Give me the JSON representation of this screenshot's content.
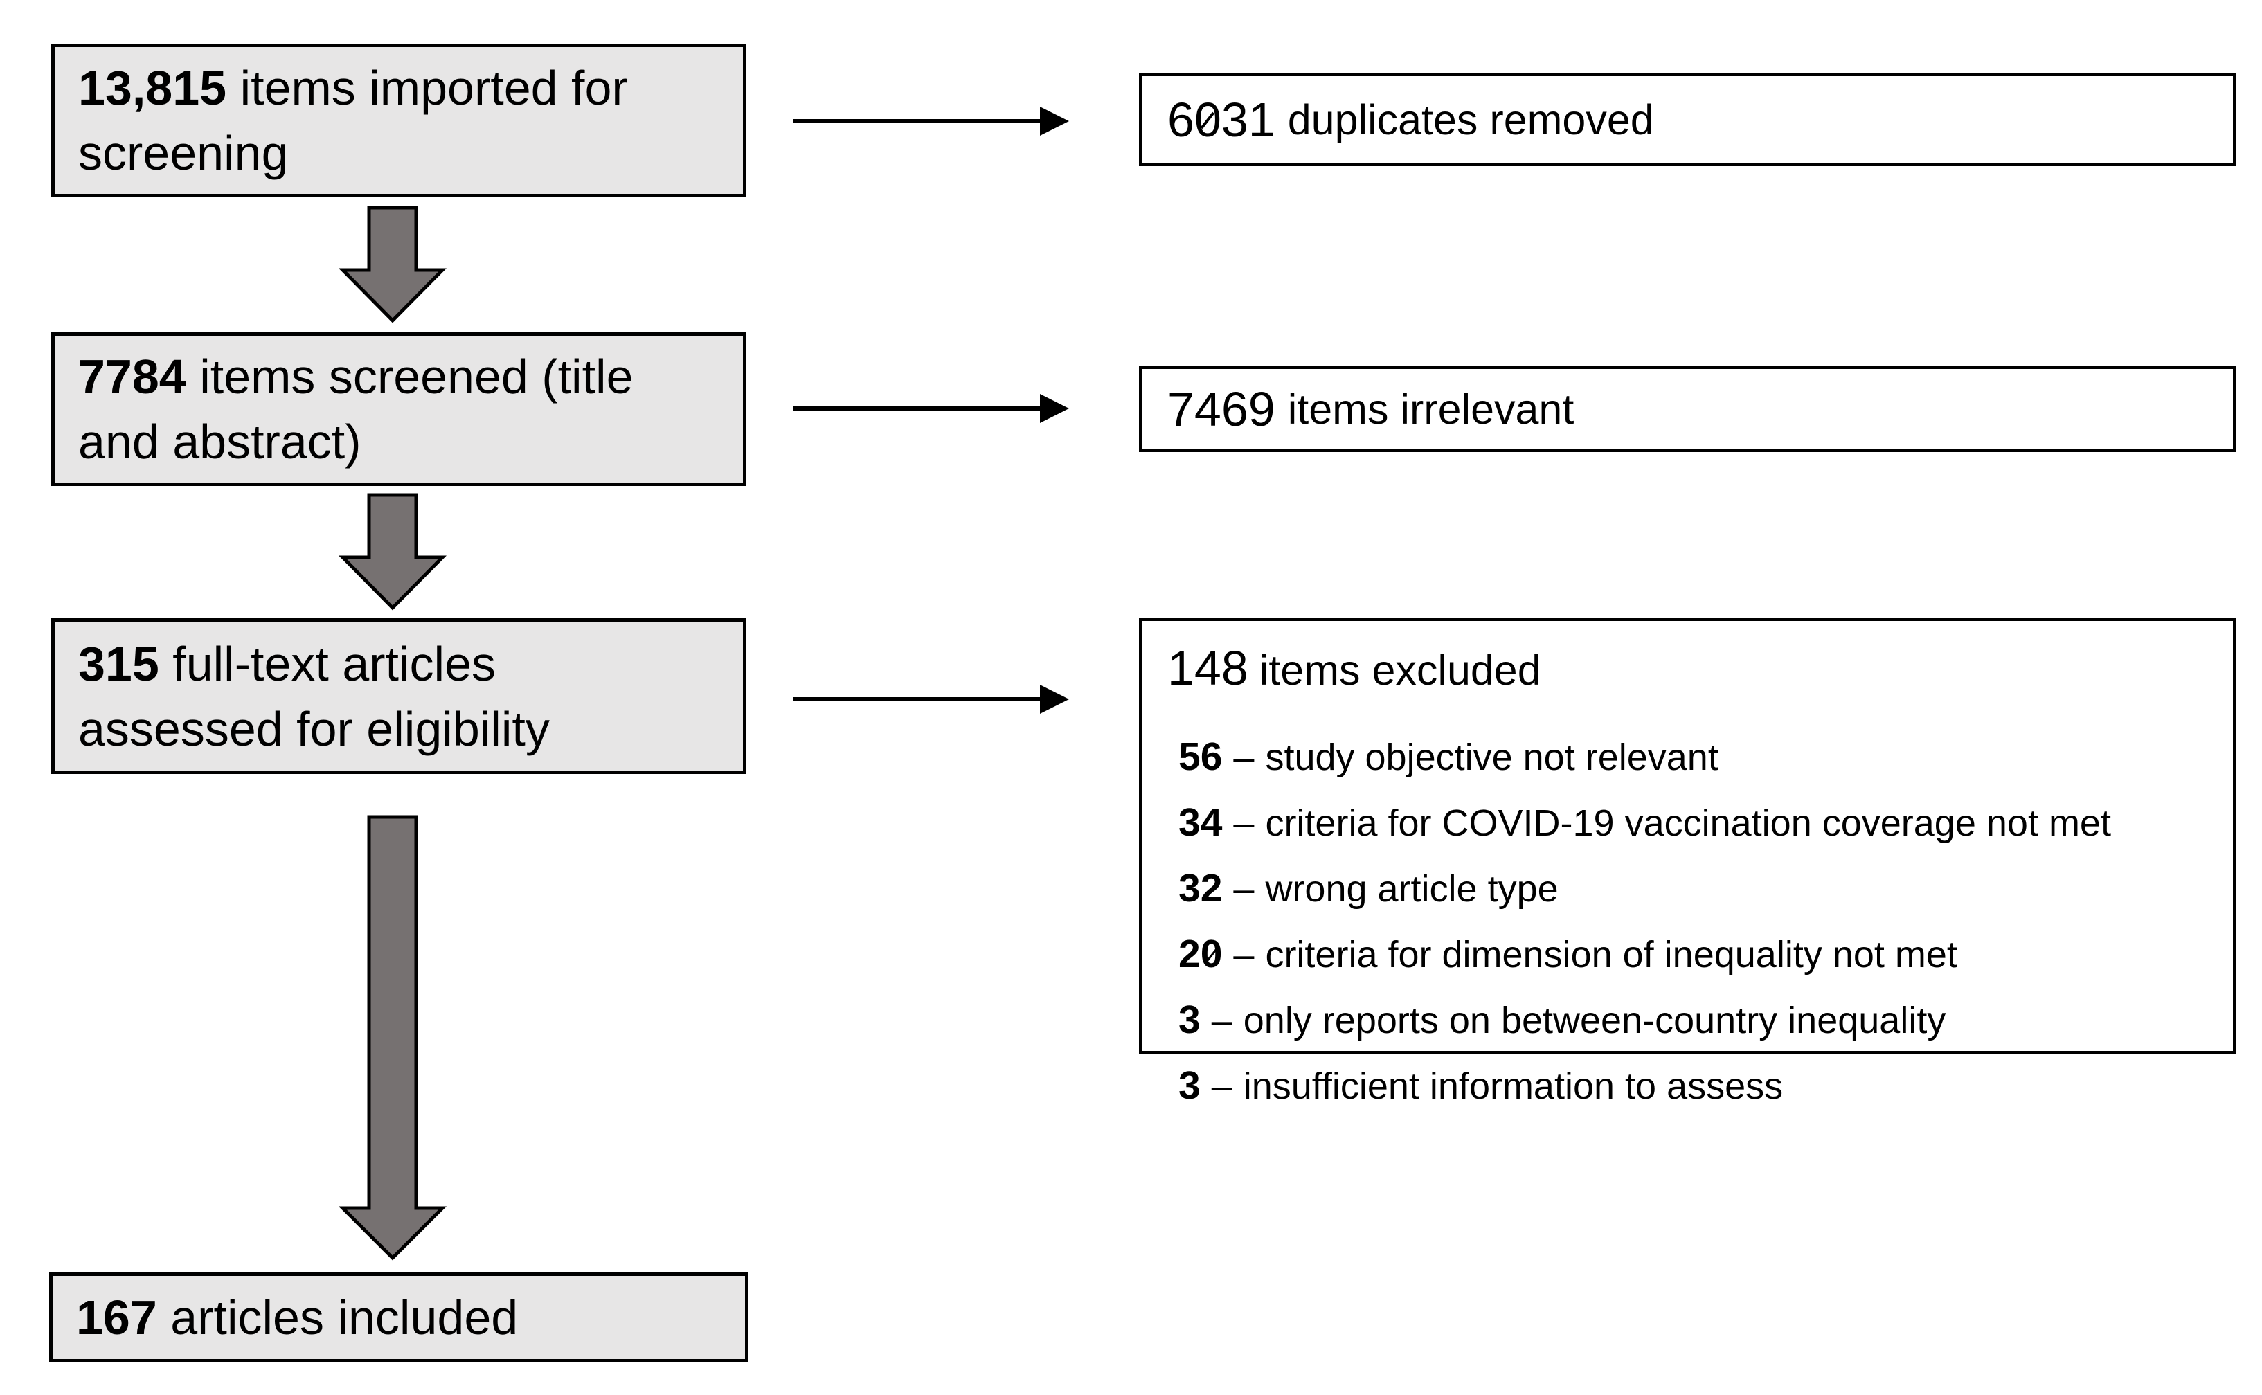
{
  "diagram": {
    "type": "screening-flowchart",
    "left_boxes": [
      {
        "number": "13,815",
        "text": "items imported for\nscreening"
      },
      {
        "number": "7784",
        "text": "items screened (title\nand abstract)"
      },
      {
        "number": "315",
        "text": "full-text articles\nassessed for eligibility"
      },
      {
        "number": "167",
        "text": "articles included"
      }
    ],
    "right_boxes": [
      {
        "number": "6031",
        "text": "duplicates removed"
      },
      {
        "number": "7469",
        "text": "items irrelevant"
      }
    ],
    "excluded_box": {
      "heading_number": "148",
      "heading_text": "items excluded",
      "separator": "–",
      "items": [
        {
          "count": "56",
          "reason": "study objective not relevant"
        },
        {
          "count": "34",
          "reason": "criteria for COVID-19 vaccination coverage not met"
        },
        {
          "count": "32",
          "reason": "wrong article type"
        },
        {
          "count": "20",
          "reason": "criteria for dimension of inequality not met"
        },
        {
          "count": "3",
          "reason": "only reports on between-country inequality"
        },
        {
          "count": "3",
          "reason": "insufficient information to assess"
        }
      ]
    },
    "colors": {
      "box_fill": "#e7e6e6",
      "box_border": "#000000",
      "arrow_fill": "#767171",
      "arrow_outline": "#000000",
      "connector_color": "#000000",
      "background": "#ffffff"
    }
  }
}
